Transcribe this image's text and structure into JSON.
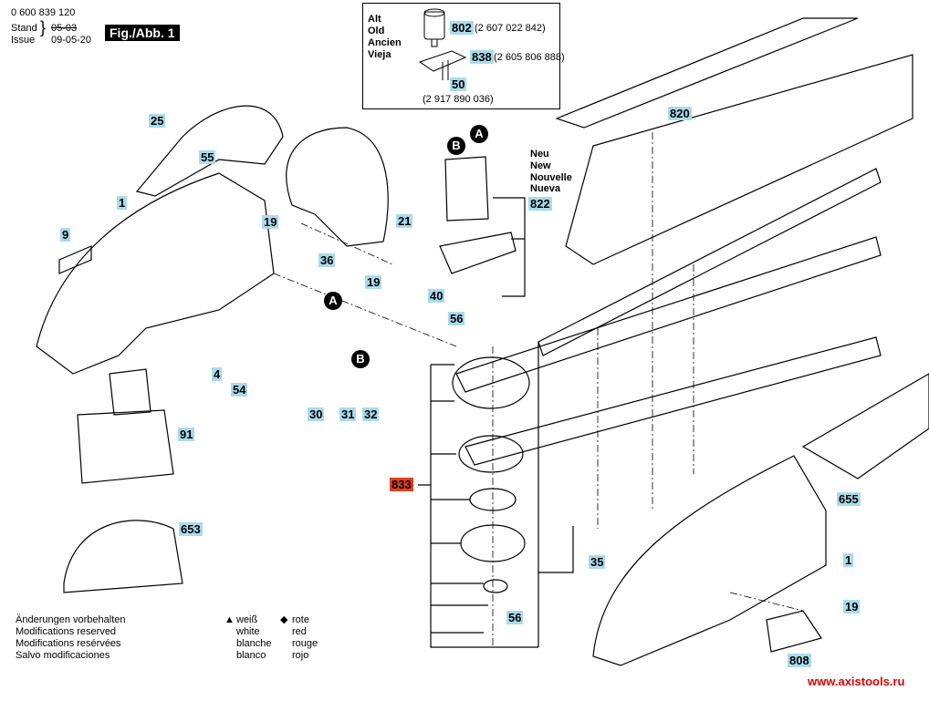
{
  "header": {
    "part_number": "0 600 839 120",
    "stand_label": "Stand",
    "issue_label": "Issue",
    "stand_old_date": "05-03",
    "issue_date": "09-05-20",
    "figure_label": "Fig./Abb. 1"
  },
  "old_parts_box": {
    "lines": [
      "Alt",
      "Old",
      "Ancien",
      "Vieja"
    ],
    "parts": [
      {
        "ref": "802",
        "number": "(2 607 022 842)"
      },
      {
        "ref": "838",
        "number": "(2 605 806 888)"
      },
      {
        "ref": "50",
        "number": "(2 917 890 036)"
      }
    ]
  },
  "new_parts": {
    "lines": [
      "Neu",
      "New",
      "Nouvelle",
      "Nueva"
    ],
    "ref": "822"
  },
  "connectors": {
    "a": "A",
    "b": "B"
  },
  "part_labels": {
    "p25": "25",
    "p55": "55",
    "p1_left": "1",
    "p9": "9",
    "p19_a": "19",
    "p21": "21",
    "p36": "36",
    "p19_b": "19",
    "p4": "4",
    "p54": "54",
    "p30": "30",
    "p31": "31",
    "p32": "32",
    "p91": "91",
    "p653": "653",
    "p40": "40",
    "p56_a": "56",
    "p820": "820",
    "p833": "833",
    "p35": "35",
    "p56_b": "56",
    "p655": "655",
    "p1_right": "1",
    "p19_c": "19",
    "p808": "808"
  },
  "footer": {
    "modifications": [
      "Änderungen vorbehalten",
      "Modifications reserved",
      "Modifications resérvées",
      "Salvo modificaciones"
    ],
    "white_symbol": "▲",
    "red_symbol": "◆",
    "white": [
      "weiß",
      "white",
      "blanche",
      "blanco"
    ],
    "red": [
      "rote",
      "red",
      "rouge",
      "rojo"
    ],
    "website": "www.axistools.ru"
  },
  "colors": {
    "label_bg": "#a9dbec",
    "highlight_label_bg": "#e0401c",
    "website": "#e00000"
  }
}
